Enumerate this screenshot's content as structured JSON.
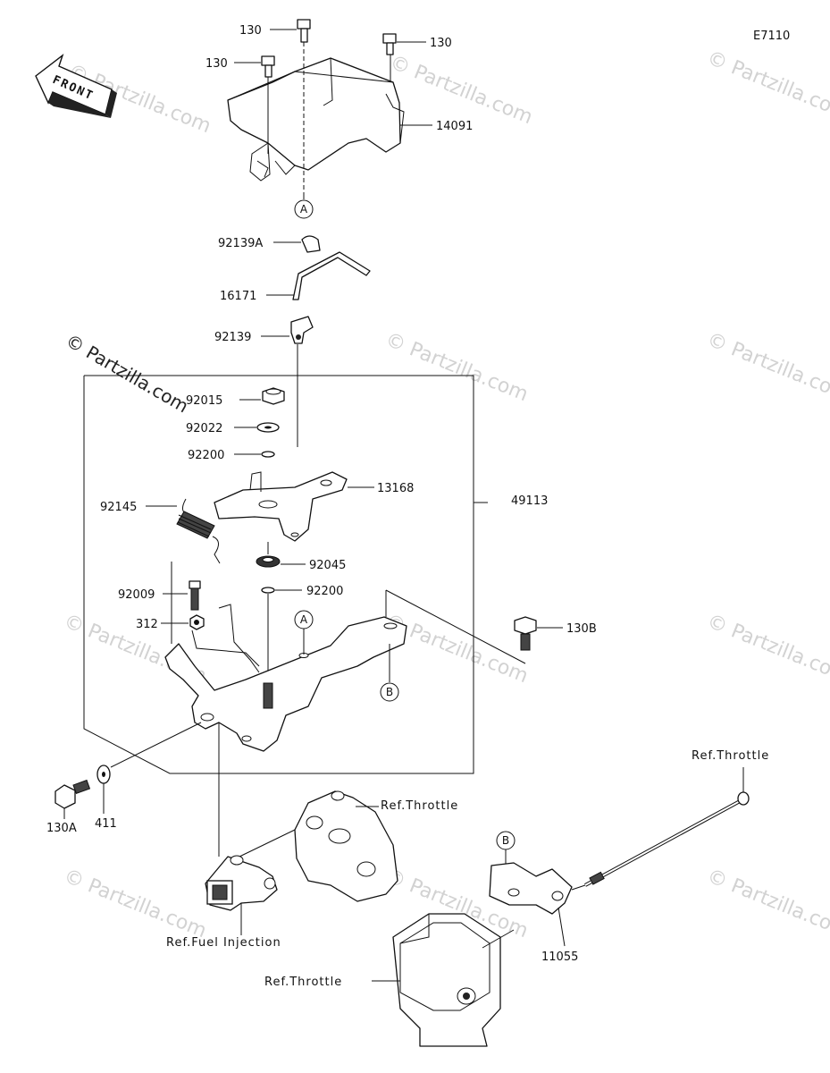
{
  "diagram_code": "E7110",
  "copyright": "© Partzilla.com",
  "watermark": "© Partzilla.com",
  "front_label": "FRONT",
  "labels": {
    "p130_a": "130",
    "p130_b": "130",
    "p130_c": "130",
    "p14091": "14091",
    "p92139A": "92139A",
    "p16171": "16171",
    "p92139": "92139",
    "p92015": "92015",
    "p92022": "92022",
    "p92200_a": "92200",
    "p13168": "13168",
    "p49113": "49113",
    "p92145": "92145",
    "p92045": "92045",
    "p92200_b": "92200",
    "p92009": "92009",
    "p312": "312",
    "p130B": "130B",
    "p130A": "130A",
    "p411": "411",
    "p11055": "11055",
    "ref_throttle_1": "Ref.Throttle",
    "ref_throttle_2": "Ref.Throttle",
    "ref_throttle_3": "Ref.Throttle",
    "ref_fuel_injection": "Ref.Fuel Injection"
  },
  "markers": {
    "a1": "A",
    "a2": "A",
    "b1": "B",
    "b2": "B"
  }
}
